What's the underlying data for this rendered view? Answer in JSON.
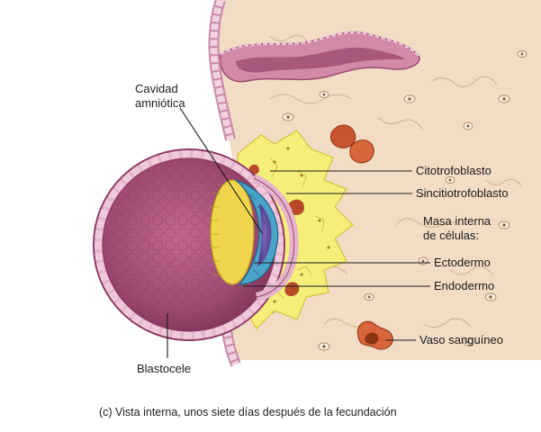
{
  "labels": {
    "cavidad_line1": "Cavidad",
    "cavidad_line2": "amniótica",
    "citotrofoblasto": "Citotrofoblasto",
    "sincitiotrofoblasto": "Sincitiotrofoblasto",
    "masa_line1": "Masa interna",
    "masa_line2": "de células:",
    "ectodermo": "Ectodermo",
    "endodermo": "Endodermo",
    "vaso": "Vaso sanguíneo",
    "blastocele": "Blastocele"
  },
  "caption": "(c) Vista interna, unos siete días después de la fecundación",
  "colors": {
    "endometrium": "#f3dcc4",
    "blastocele": "#a84c74",
    "trophoblast_wall": "#e5b4cc",
    "syncytio": "#f5ef7a",
    "ectoderm": "#4aa3c8",
    "endoderm": "#f0d64c",
    "amniotic_cavity": "#6a4fa0",
    "blood": "#c8552e"
  }
}
